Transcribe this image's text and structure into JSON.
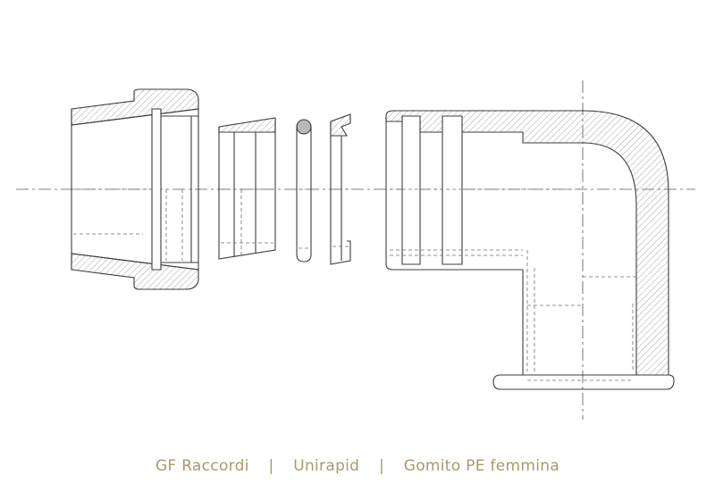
{
  "caption": {
    "brand": "GF Raccordi",
    "separator": "|",
    "product": "Unirapid",
    "item": "Gomito PE femmina"
  },
  "colors": {
    "caption_text": "#a89a6a",
    "line": "#3c3c3c",
    "hidden_line": "#6e6e6e",
    "hatch": "#9a9a9a",
    "background": "#ffffff"
  },
  "drawing_parts": [
    "clamping-nut",
    "gripping-ring",
    "o-ring",
    "thrust-ring",
    "elbow-body"
  ]
}
